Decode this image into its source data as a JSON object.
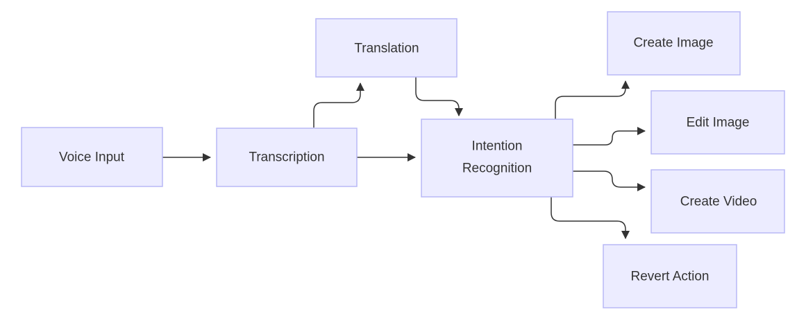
{
  "diagram": {
    "type": "flowchart",
    "colors": {
      "node_fill": "#ececff",
      "node_stroke": "#b8b8f5",
      "edge": "#333333",
      "text": "#333333"
    },
    "nodes": {
      "voice_input": "Voice Input",
      "transcription": "Transcription",
      "translation": "Translation",
      "intention_recognition": [
        "Intention",
        "Recognition"
      ],
      "create_image": "Create Image",
      "edit_image": "Edit Image",
      "create_video": "Create Video",
      "revert_action": "Revert Action"
    },
    "edges": [
      {
        "from": "voice_input",
        "to": "transcription"
      },
      {
        "from": "transcription",
        "to": "translation"
      },
      {
        "from": "transcription",
        "to": "intention_recognition"
      },
      {
        "from": "translation",
        "to": "intention_recognition"
      },
      {
        "from": "intention_recognition",
        "to": "create_image"
      },
      {
        "from": "intention_recognition",
        "to": "edit_image"
      },
      {
        "from": "intention_recognition",
        "to": "create_video"
      },
      {
        "from": "intention_recognition",
        "to": "revert_action"
      }
    ]
  }
}
